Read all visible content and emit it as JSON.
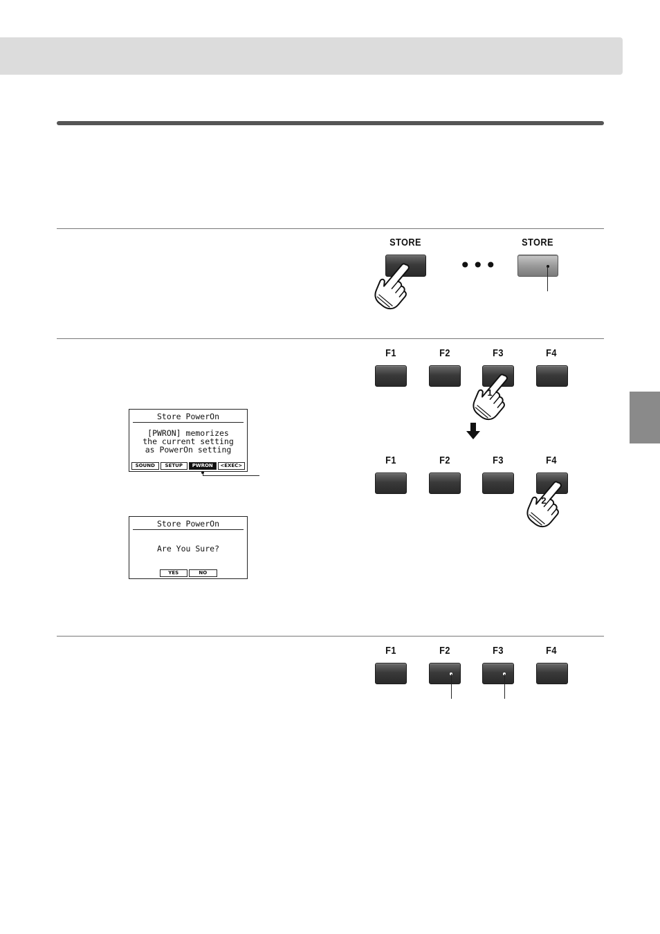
{
  "buttons": {
    "store_label": "STORE",
    "ellipsis": "•••",
    "f1": "F1",
    "f2": "F2",
    "f3": "F3",
    "f4": "F4"
  },
  "hands": {
    "step1": "1",
    "step2": "2"
  },
  "lcd1": {
    "title": "Store PowerOn",
    "line1": "[PWRON] memorizes",
    "line2": "the current setting",
    "line3": "as PowerOn setting",
    "tabs": [
      "SOUND",
      "SETUP",
      "PWRON",
      "<EXEC>"
    ]
  },
  "lcd2": {
    "title": "Store PowerOn",
    "line1": "Are You Sure?",
    "tabs": [
      "YES",
      "NO"
    ]
  },
  "colors": {
    "header_bar": "#dcdcdc",
    "side_tab": "#8a8a8a",
    "button_dark": "#2a2a2a",
    "button_lit": "#9a9a9a"
  }
}
